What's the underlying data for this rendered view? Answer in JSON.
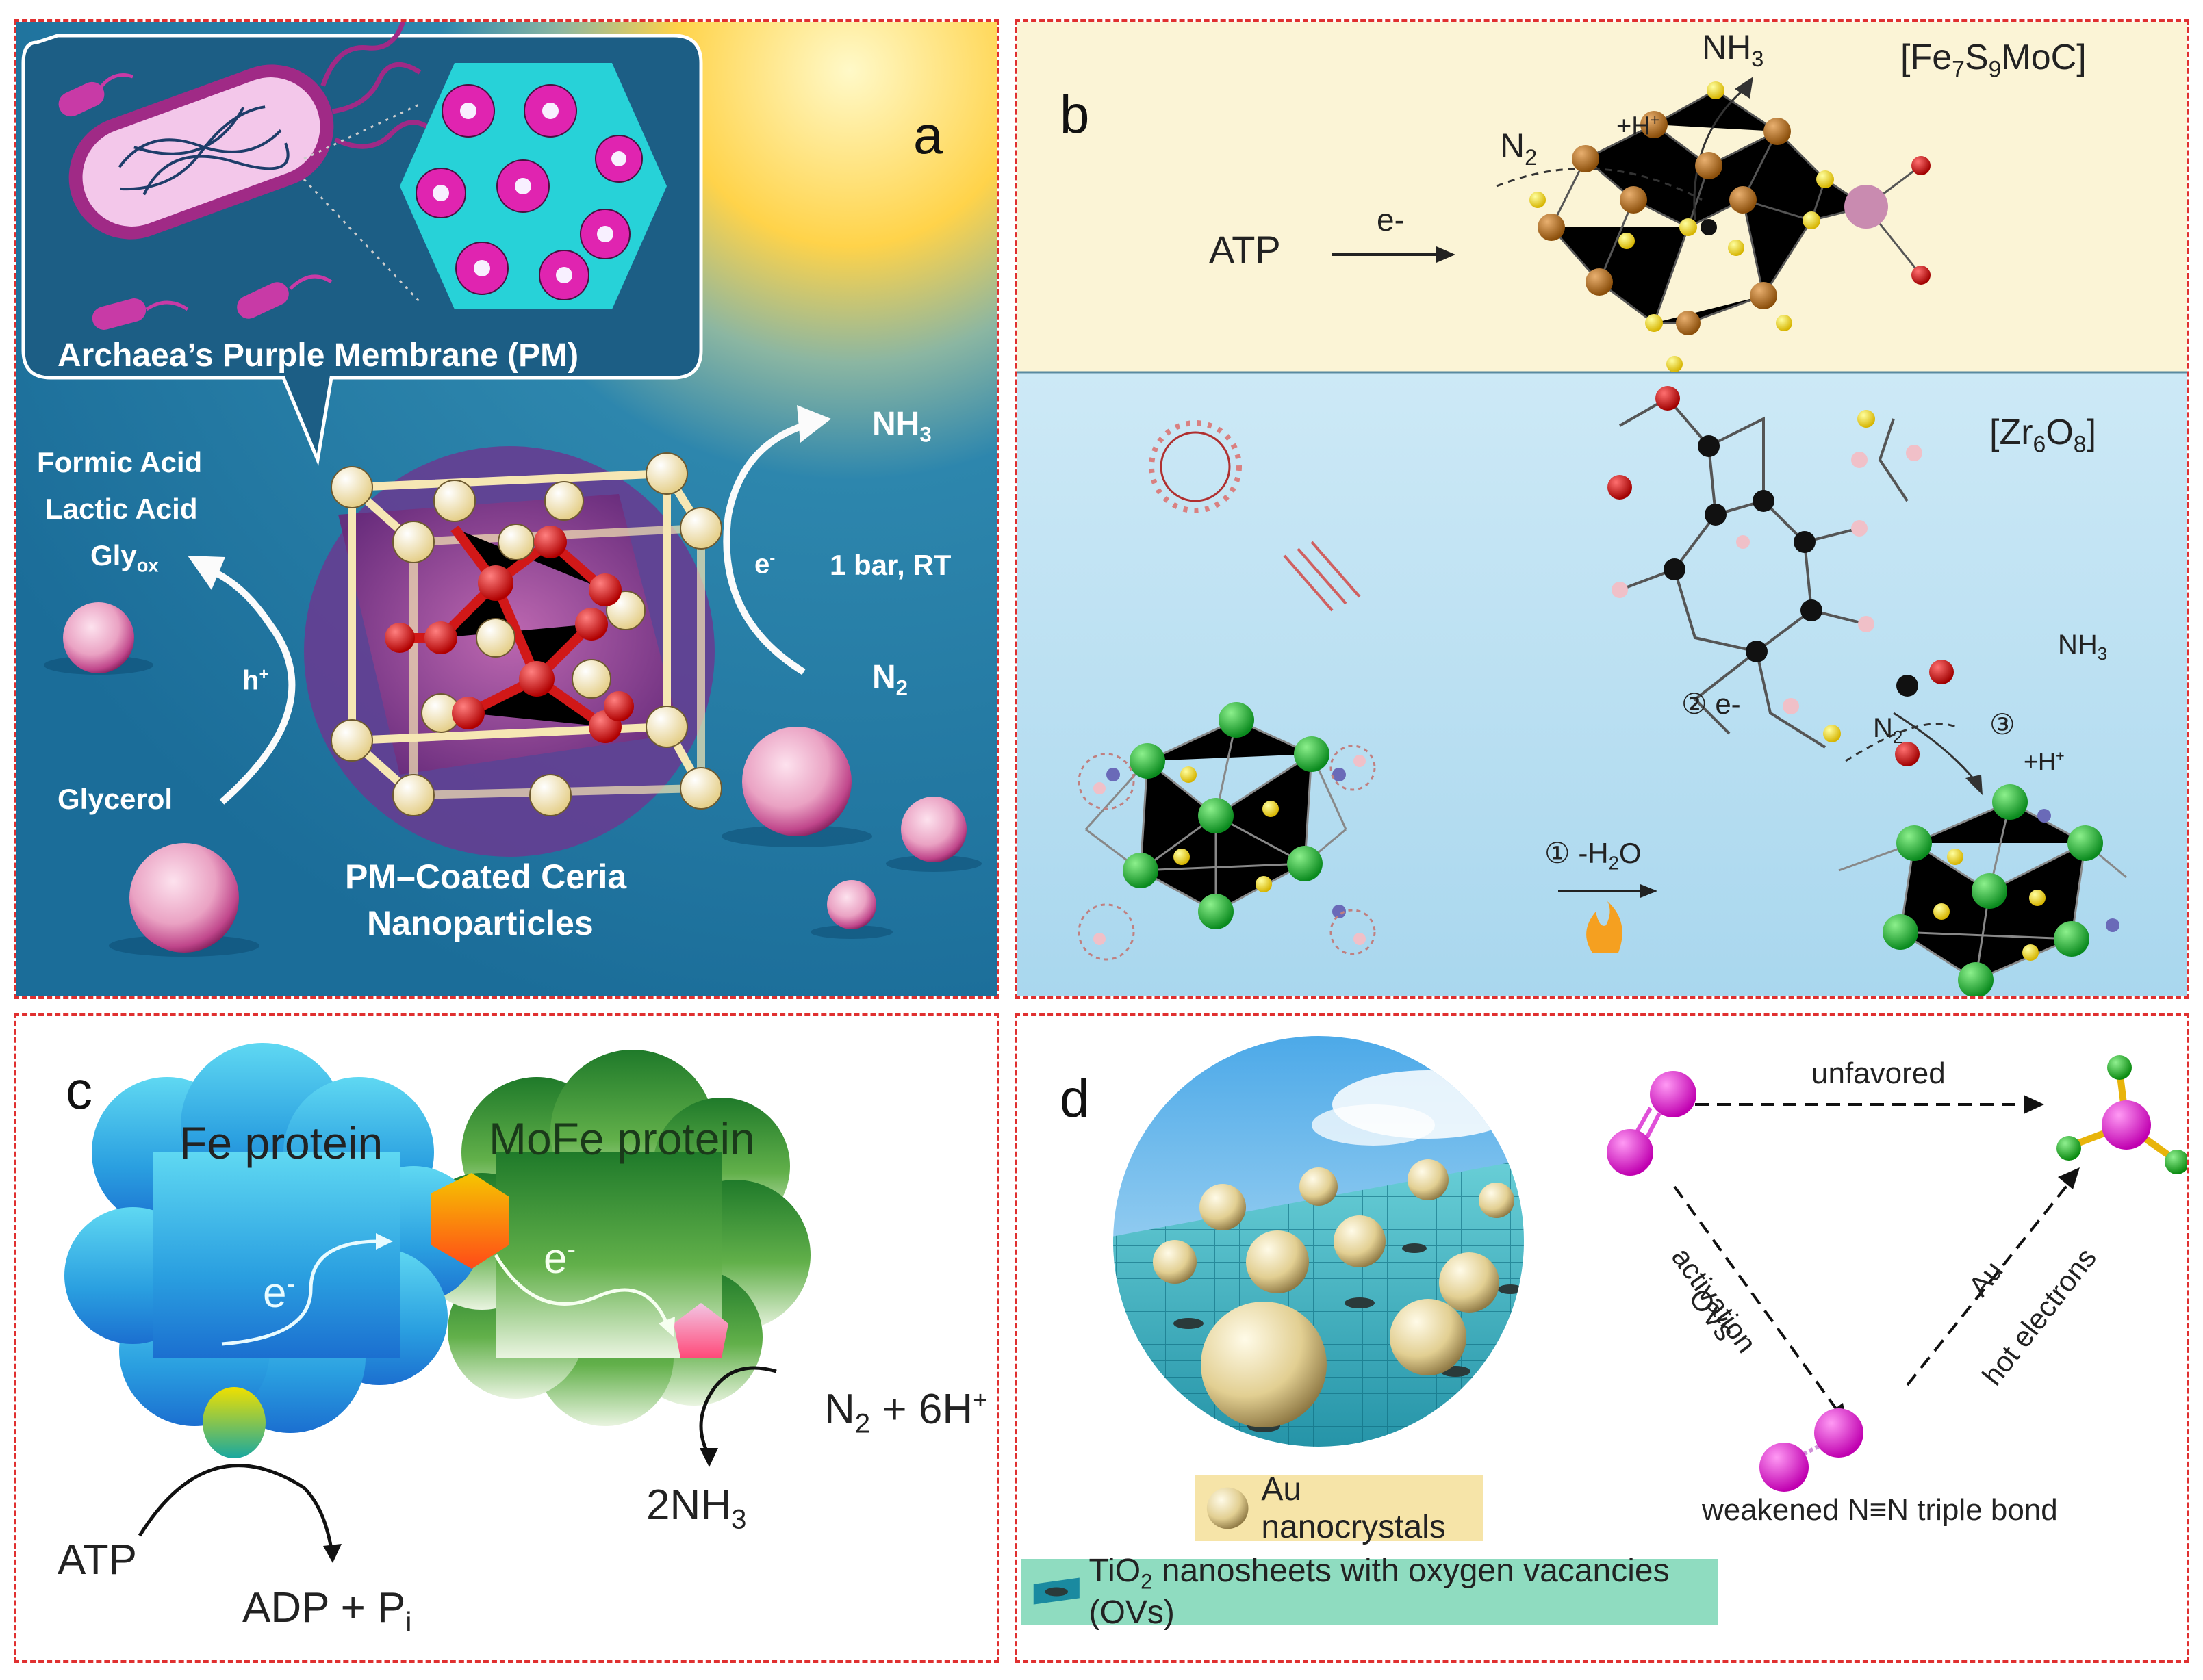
{
  "panel_a": {
    "letter": "a",
    "bubble_title": "Archaea’s Purple Membrane (PM)",
    "products": [
      "Formic Acid",
      "Lactic Acid",
      "Gly"
    ],
    "gly_sub": "ox",
    "hole": "h",
    "hole_sup": "+",
    "glycerol": "Glycerol",
    "np_label_1": "PM–Coated Ceria",
    "np_label_2": "Nanoparticles",
    "nh3": "NH",
    "nh3_sub": "3",
    "electron": "e",
    "electron_sup": "-",
    "conditions": "1 bar,  RT",
    "n2": "N",
    "n2_sub": "2",
    "colors": {
      "background": "#1f79a8",
      "sun": "#ffe060",
      "sphere": "#e9a3c2",
      "ceria_red": "#d11818",
      "ceria_cream": "#f6e7b4"
    }
  },
  "panel_b": {
    "letter": "b",
    "cluster_top": "[Fe",
    "cluster_top_s1": "7",
    "cluster_top_mid": "S",
    "cluster_top_s2": "9",
    "cluster_top_end": "MoC]",
    "nh3_top": "NH",
    "nh3_top_sub": "3",
    "n2_top": "N",
    "n2_top_sub": "2",
    "h_top": "+H",
    "h_top_sup": "+",
    "atp": "ATP",
    "e_top": "e-",
    "cluster_bottom": "[Zr",
    "cluster_bottom_s1": "6",
    "cluster_bottom_mid": "O",
    "cluster_bottom_s2": "8",
    "cluster_bottom_end": "]",
    "step2": "② e-",
    "step1": "① -H",
    "step1_sub": "2",
    "step1_end": "O",
    "step3": "③",
    "n2_bottom": "N",
    "n2_bottom_sub": "2",
    "h_bottom": "+H",
    "h_bottom_sup": "+",
    "nh3_bottom": "NH",
    "nh3_bottom_sub": "3",
    "colors": {
      "top": "#fbf4d6",
      "bottom": "#bfe3f4",
      "fe": "#b3701a",
      "s": "#f2e23a",
      "mo": "#c98bb0",
      "zr": "#23c23a",
      "o": "#d51515"
    }
  },
  "panel_c": {
    "letter": "c",
    "fe_protein": "Fe protein",
    "mofe_protein": "MoFe protein",
    "e1": "e",
    "e1_sup": "-",
    "e2": "e",
    "e2_sup": "-",
    "n2_eq": "N",
    "n2_eq_sub": "2",
    "n2_eq_end": " + 6H",
    "n2_eq_sup": "+",
    "nh3_eq": "2NH",
    "nh3_eq_sub": "3",
    "atp": "ATP",
    "adp": "ADP + P",
    "adp_sub": "i",
    "colors": {
      "fe_cloud": "#29a9e8",
      "mofe_cloud": "#3a9a3a"
    }
  },
  "panel_d": {
    "letter": "d",
    "unfavored": "unfavored",
    "ovs_1": "OVs",
    "ovs_2": "activation",
    "au_1": "Au",
    "au_2": "hot electrons",
    "weakened": "weakened N≡N triple bond",
    "legend_au": "Au nanocrystals",
    "legend_tio2_a": "TiO",
    "legend_tio2_sub": "2",
    "legend_tio2_b": " nanosheets with oxygen vacancies (OVs)",
    "colors": {
      "n_atom": "#e020d0",
      "h_atom": "#22b22a",
      "bond": "#e8b40a",
      "sheet": "#2aa0b0",
      "au": "#e8d29a",
      "legend_au_bg": "#f6e4a8",
      "legend_tio2_bg": "#8fdcc0"
    }
  }
}
